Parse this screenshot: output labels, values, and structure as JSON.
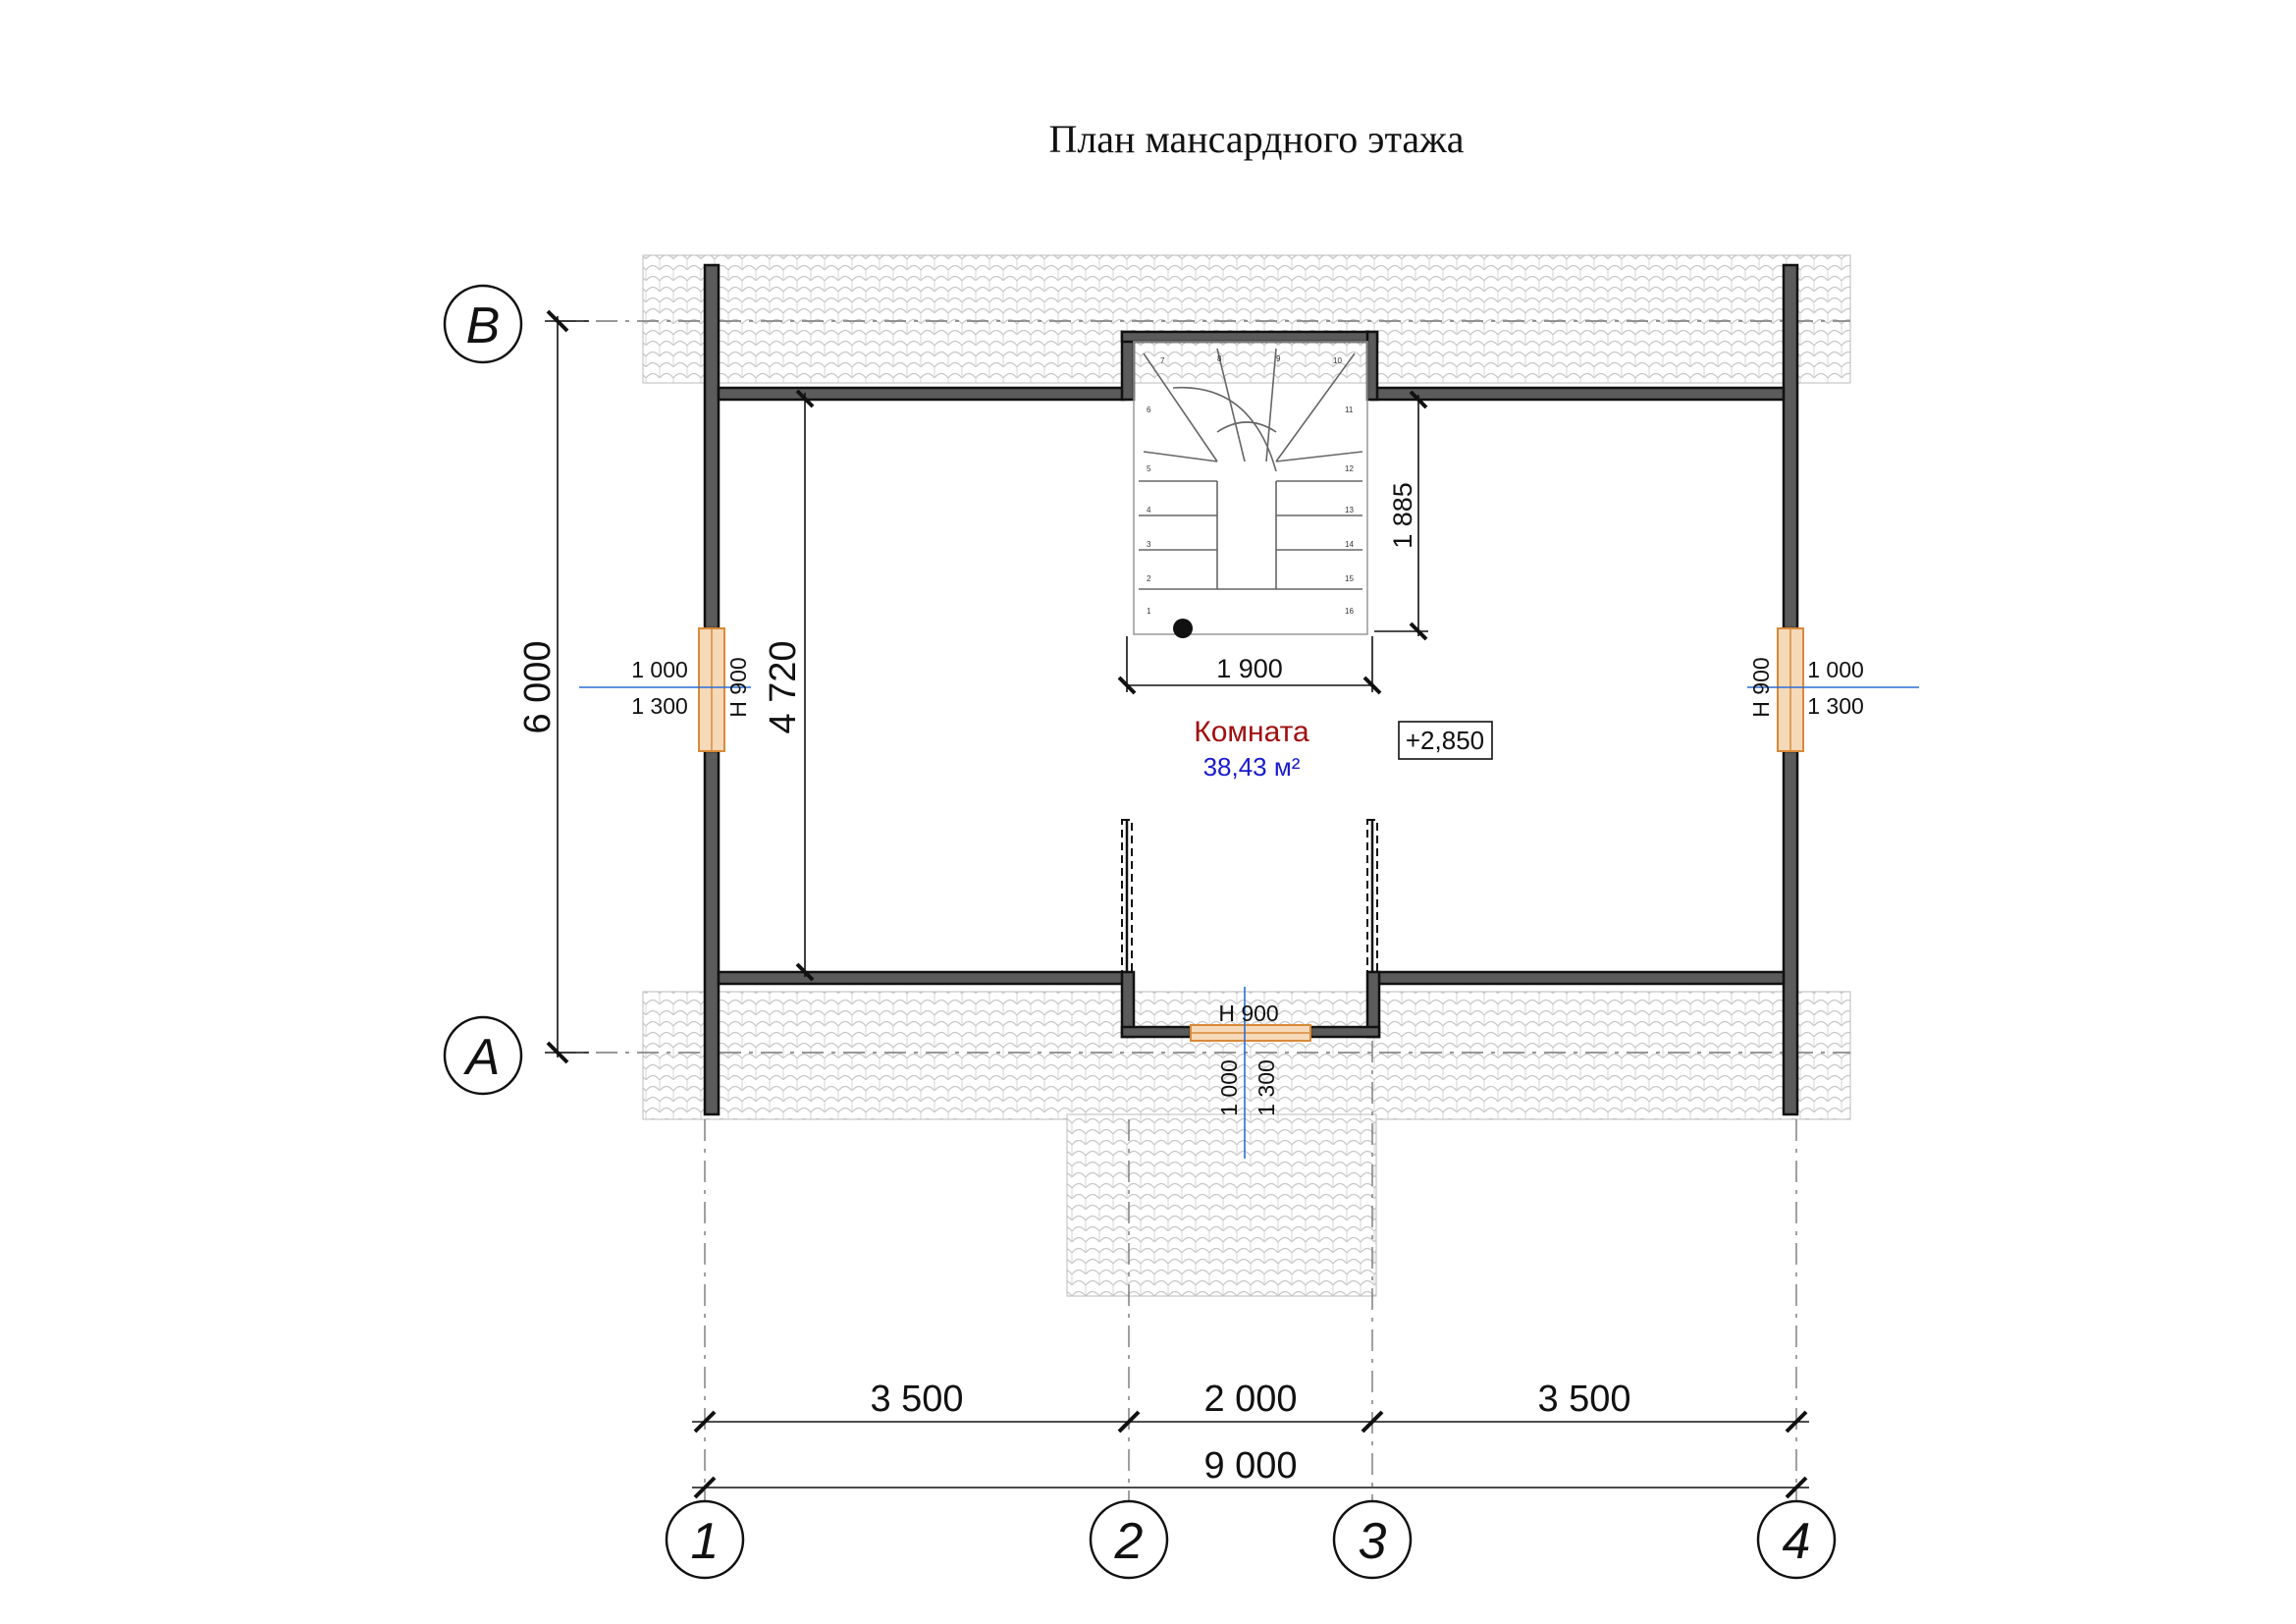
{
  "title": "План мансардного этажа",
  "axes": {
    "rows": [
      "В",
      "А"
    ],
    "columns": [
      "1",
      "2",
      "3",
      "4"
    ]
  },
  "dimensions": {
    "bays": [
      "3 500",
      "2 000",
      "3 500"
    ],
    "total_width": "9 000",
    "total_depth": "6 000",
    "inner_depth": "4 720",
    "stair_depth": "1 885",
    "stair_width": "1 900"
  },
  "room": {
    "name": "Комната",
    "area": "38,43 м²",
    "level": "+2,850"
  },
  "windows": [
    {
      "height": "Н 900",
      "width": "1 000",
      "sill": "1 300"
    },
    {
      "height": "Н 900",
      "width": "1 000",
      "sill": "1 300"
    },
    {
      "height": "Н  900",
      "width": "1 000",
      "sill": "1 300"
    }
  ],
  "stair_steps": [
    "1",
    "2",
    "3",
    "4",
    "5",
    "6",
    "7",
    "8",
    "9",
    "10",
    "11",
    "12",
    "13",
    "14",
    "15",
    "16"
  ],
  "colors": {
    "wall": "#5b5b5b",
    "room_name": "#a01010",
    "room_area": "#1a1ad0",
    "window": "#f6d9b8",
    "window_axis": "#2a6fd6"
  }
}
